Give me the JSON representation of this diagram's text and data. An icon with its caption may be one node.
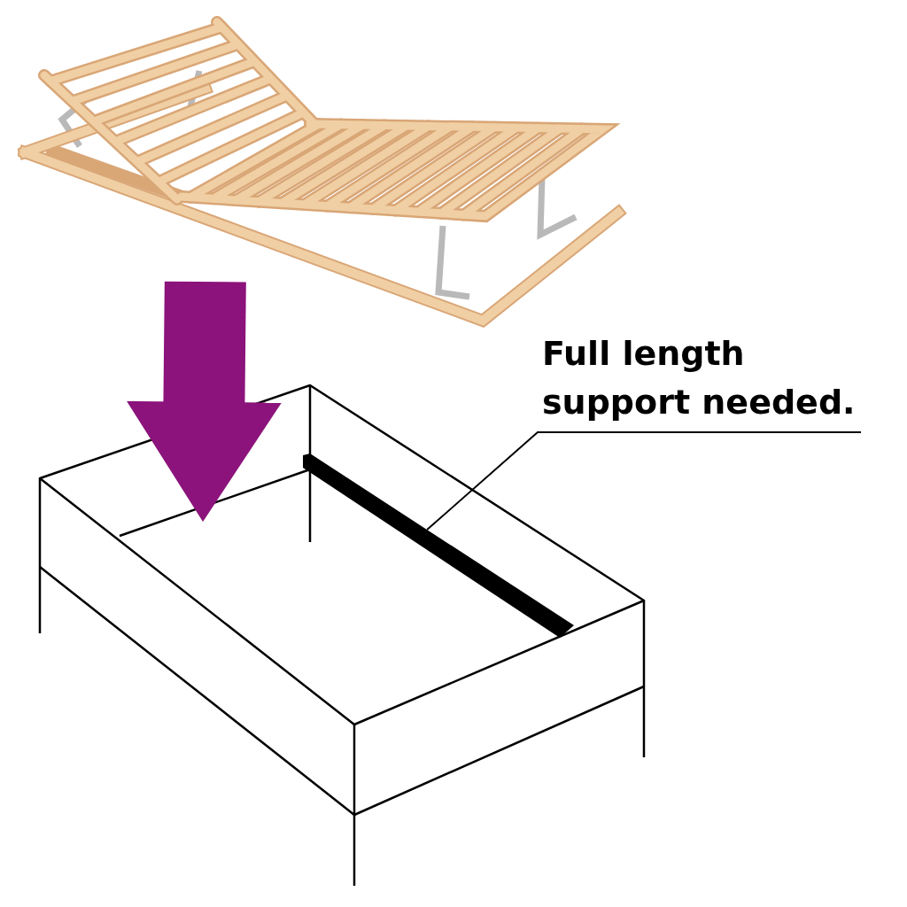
{
  "diagram": {
    "nodes": [
      {
        "text": [],
        "shape": "picture"
      },
      {
        "text": [
          "Full length support needed."
        ]
      },
      {
        "text": [],
        "shape": "picture"
      },
      {
        "text": [],
        "shape": "bar",
        "in": 2
      }
    ],
    "edges": [
      {
        "from": 0,
        "to": 2,
        "arrow": "to",
        "style": "thick",
        "color": "#8b137b"
      },
      {
        "from": 1,
        "to": 3,
        "arrow": "none",
        "color": "#000000"
      }
    ]
  }
}
